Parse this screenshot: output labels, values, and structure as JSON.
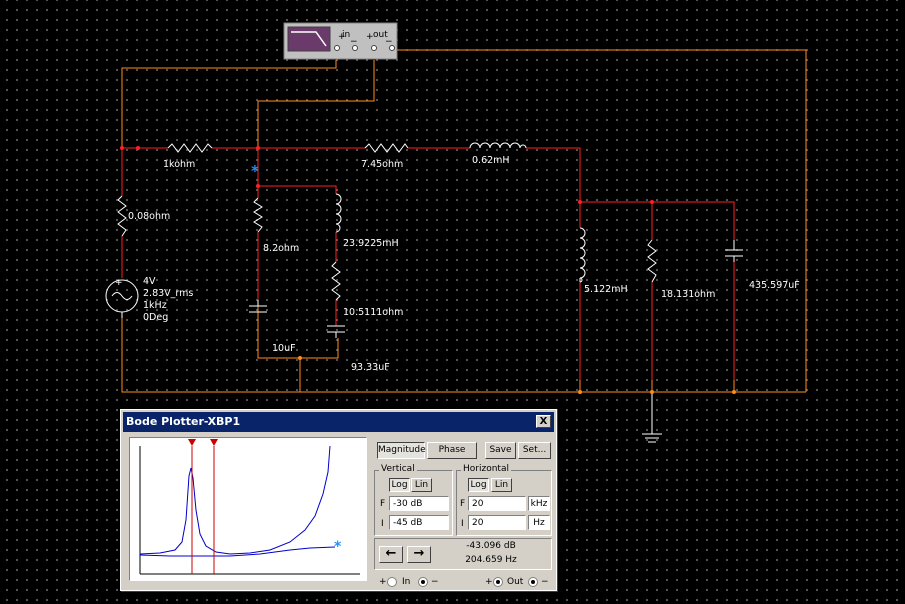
{
  "instrument": {
    "in_label": "in",
    "out_label": "out",
    "plus": "+",
    "minus": "−"
  },
  "components": {
    "r1": "1kohm",
    "r_source": "0.08ohm",
    "r_mid": "7.45ohm",
    "l_series": "0.62mH",
    "r_branch1": "8.2ohm",
    "c_branch1": "10uF",
    "l_branch2": "23.9225mH",
    "r_branch2": "10.5111ohm",
    "c_branch2": "93.33uF",
    "l_shunt": "5.122mH",
    "r_shunt": "18.131ohm",
    "c_shunt": "435.597uF"
  },
  "source": {
    "line1": "4V",
    "line2": "2.83V_rms",
    "line3": "1kHz",
    "line4": "0Deg"
  },
  "bode": {
    "title": "Bode Plotter-XBP1",
    "close": "X",
    "magnitude_btn": "Magnitude",
    "phase_btn": "Phase",
    "save_btn": "Save",
    "set_btn": "Set...",
    "vertical": {
      "title": "Vertical",
      "log": "Log",
      "lin": "Lin",
      "f_label": "F",
      "f_value": "-30 dB",
      "i_label": "I",
      "i_value": "-45 dB"
    },
    "horizontal": {
      "title": "Horizontal",
      "log": "Log",
      "lin": "Lin",
      "f_label": "F",
      "f_value": "20",
      "f_unit": "kHz",
      "i_label": "I",
      "i_value": "20",
      "i_unit": "Hz"
    },
    "readout_db": "-43.096 dB",
    "readout_hz": "204.659  Hz",
    "left_arrow": "←",
    "right_arrow": "→",
    "in_label": "In",
    "out_label": "Out",
    "plus": "+",
    "minus": "−",
    "colors": {
      "titlebar": "#0a246a",
      "trace": "#0000cc",
      "cursor": "#cc0000"
    }
  },
  "colors": {
    "wire_red": "#ff2020",
    "wire_orange": "#ff8c1a",
    "component": "#ffffff",
    "marker": "#1e90ff"
  }
}
